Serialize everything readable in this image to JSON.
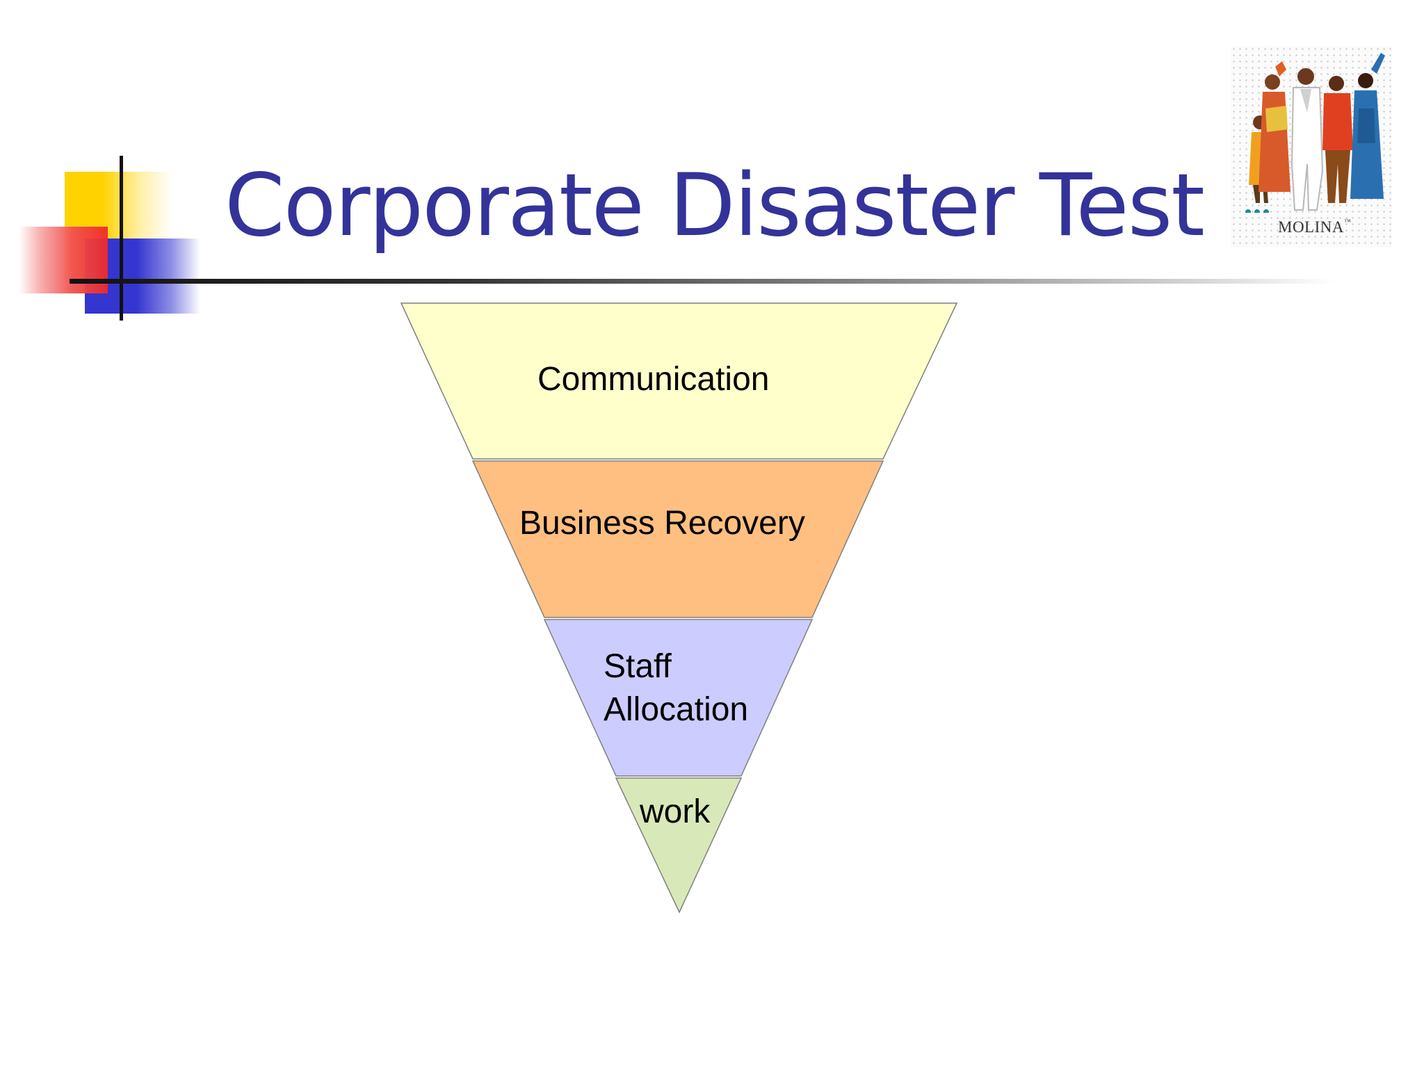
{
  "slide": {
    "title": "Corporate Disaster Test"
  },
  "logo": {
    "wordmark": "MOLINA",
    "trademark": "™"
  },
  "funnel": {
    "levels": [
      {
        "lines": [
          "Communication"
        ],
        "color": "#ffffcc"
      },
      {
        "lines": [
          "Business Recovery"
        ],
        "color": "#ffbf80"
      },
      {
        "lines": [
          "Staff",
          "Allocation"
        ],
        "color": "#ccccff"
      },
      {
        "lines": [
          "work"
        ],
        "color": "#d9e8b8"
      }
    ]
  }
}
